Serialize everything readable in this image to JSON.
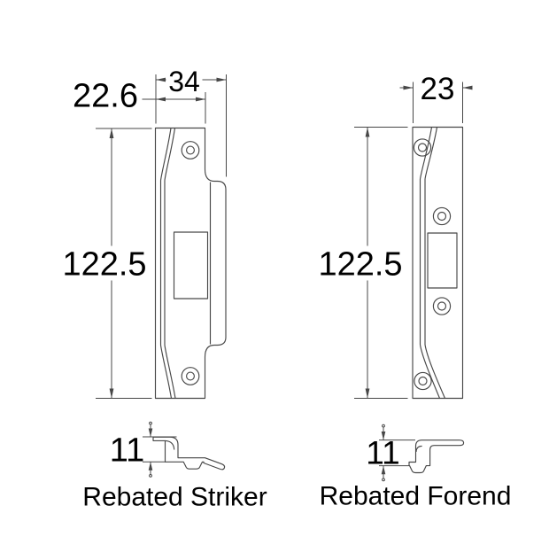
{
  "colors": {
    "background": "#ffffff",
    "line": "#474747",
    "text": "#000000"
  },
  "striker": {
    "label": "Rebated Striker",
    "dim_overall_width": "34",
    "dim_plate_width": "22.6",
    "dim_height": "122.5",
    "dim_thickness": "11"
  },
  "forend": {
    "label": "Rebated Forend",
    "dim_width": "23",
    "dim_height": "122.5",
    "dim_thickness": "11"
  }
}
